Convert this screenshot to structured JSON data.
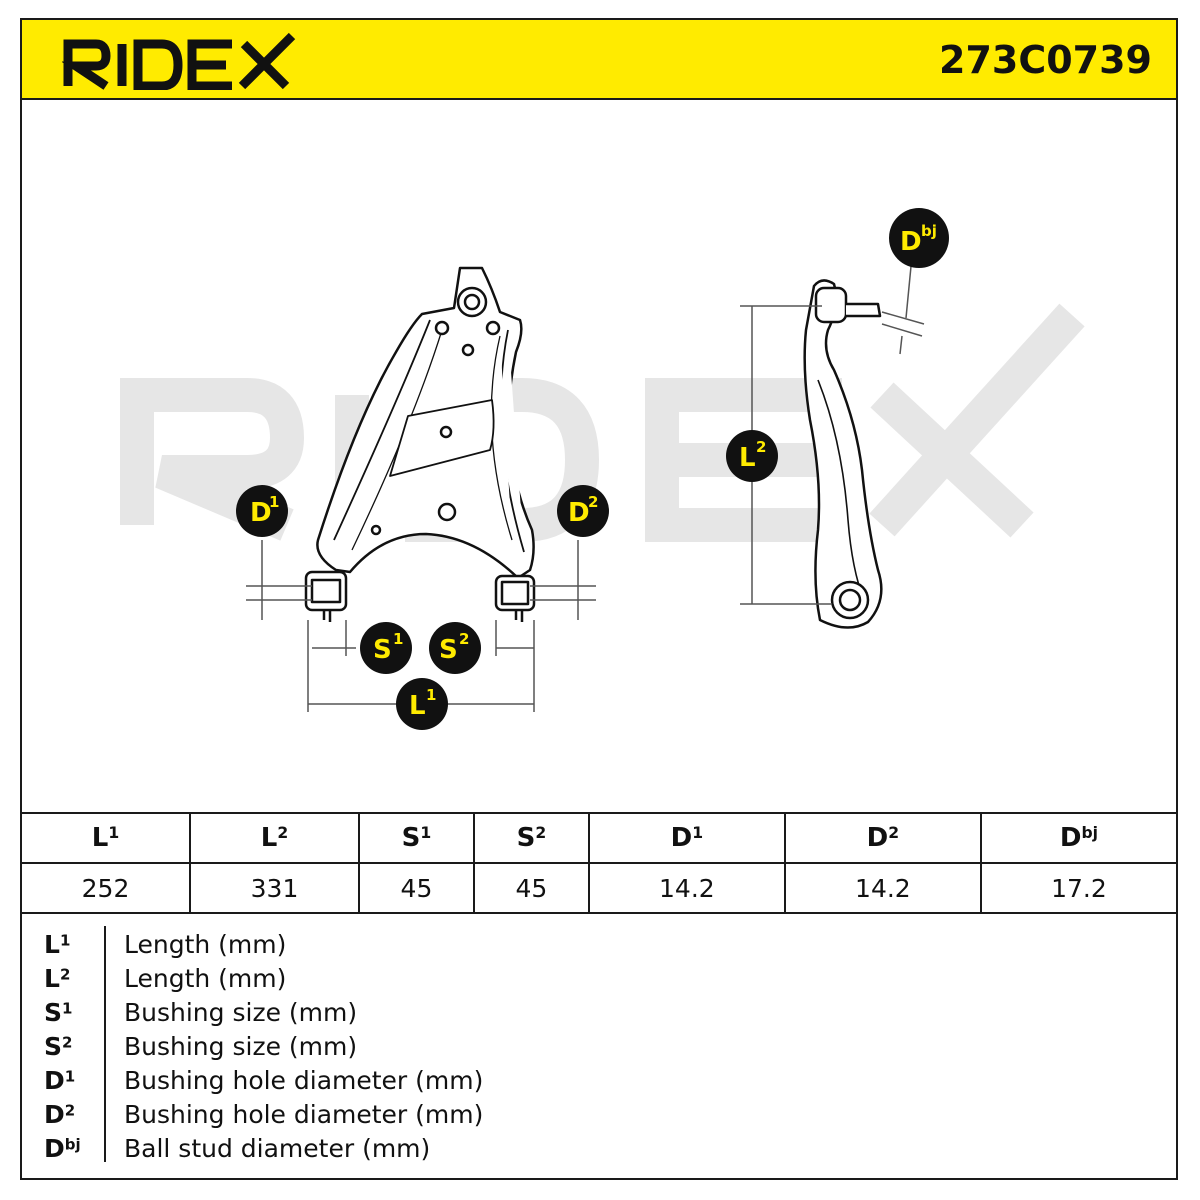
{
  "brand": {
    "name": "RIDEX",
    "part_number": "273C0739",
    "accent_color": "#ffeb00",
    "watermark": "RIDEX"
  },
  "diagram": {
    "badges": {
      "D1": {
        "base": "D",
        "sup": "1"
      },
      "D2": {
        "base": "D",
        "sup": "2"
      },
      "S1": {
        "base": "S",
        "sup": "1"
      },
      "S2": {
        "base": "S",
        "sup": "2"
      },
      "L1": {
        "base": "L",
        "sup": "1"
      },
      "L2": {
        "base": "L",
        "sup": "2"
      },
      "Dbj": {
        "base": "D",
        "sup": "bj"
      }
    }
  },
  "specs": {
    "columns": [
      {
        "base": "L",
        "sup": "1",
        "value": "252"
      },
      {
        "base": "L",
        "sup": "2",
        "value": "331"
      },
      {
        "base": "S",
        "sup": "1",
        "value": "45"
      },
      {
        "base": "S",
        "sup": "2",
        "value": "45"
      },
      {
        "base": "D",
        "sup": "1",
        "value": "14.2"
      },
      {
        "base": "D",
        "sup": "2",
        "value": "14.2"
      },
      {
        "base": "D",
        "sup": "bj",
        "value": "17.2"
      }
    ]
  },
  "legend": [
    {
      "base": "L",
      "sup": "1",
      "text": "Length (mm)"
    },
    {
      "base": "L",
      "sup": "2",
      "text": "Length (mm)"
    },
    {
      "base": "S",
      "sup": "1",
      "text": "Bushing size (mm)"
    },
    {
      "base": "S",
      "sup": "2",
      "text": "Bushing size (mm)"
    },
    {
      "base": "D",
      "sup": "1",
      "text": "Bushing hole diameter (mm)"
    },
    {
      "base": "D",
      "sup": "2",
      "text": "Bushing hole diameter (mm)"
    },
    {
      "base": "D",
      "sup": "bj",
      "text": "Ball stud diameter (mm)"
    }
  ]
}
